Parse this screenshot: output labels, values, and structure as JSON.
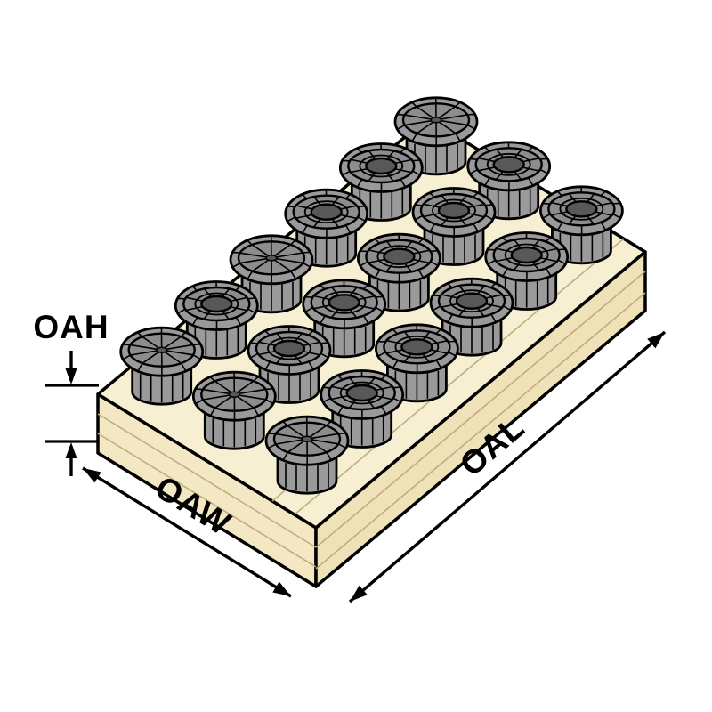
{
  "diagram": {
    "labels": {
      "overall_height": "OAH",
      "overall_width": "OAW",
      "overall_length": "OAL"
    },
    "rack": {
      "rows": 3,
      "columns": 6,
      "collet_count": 18,
      "types": [
        [
          "closed",
          "open",
          "closed",
          "open",
          "open",
          "closed"
        ],
        [
          "closed",
          "open",
          "open",
          "open",
          "open",
          "open"
        ],
        [
          "closed",
          "open",
          "open",
          "open",
          "open",
          "open"
        ]
      ]
    },
    "colors": {
      "background": "#ffffff",
      "outline": "#000000",
      "board_top": "#f7efd2",
      "board_left": "#f3e8c3",
      "board_right": "#efe2b8",
      "wood_grain": "#bfae7d",
      "collet_body": "#9a9a9a",
      "collet_top": "#8d8d8d",
      "collet_hole": "#585858"
    }
  }
}
